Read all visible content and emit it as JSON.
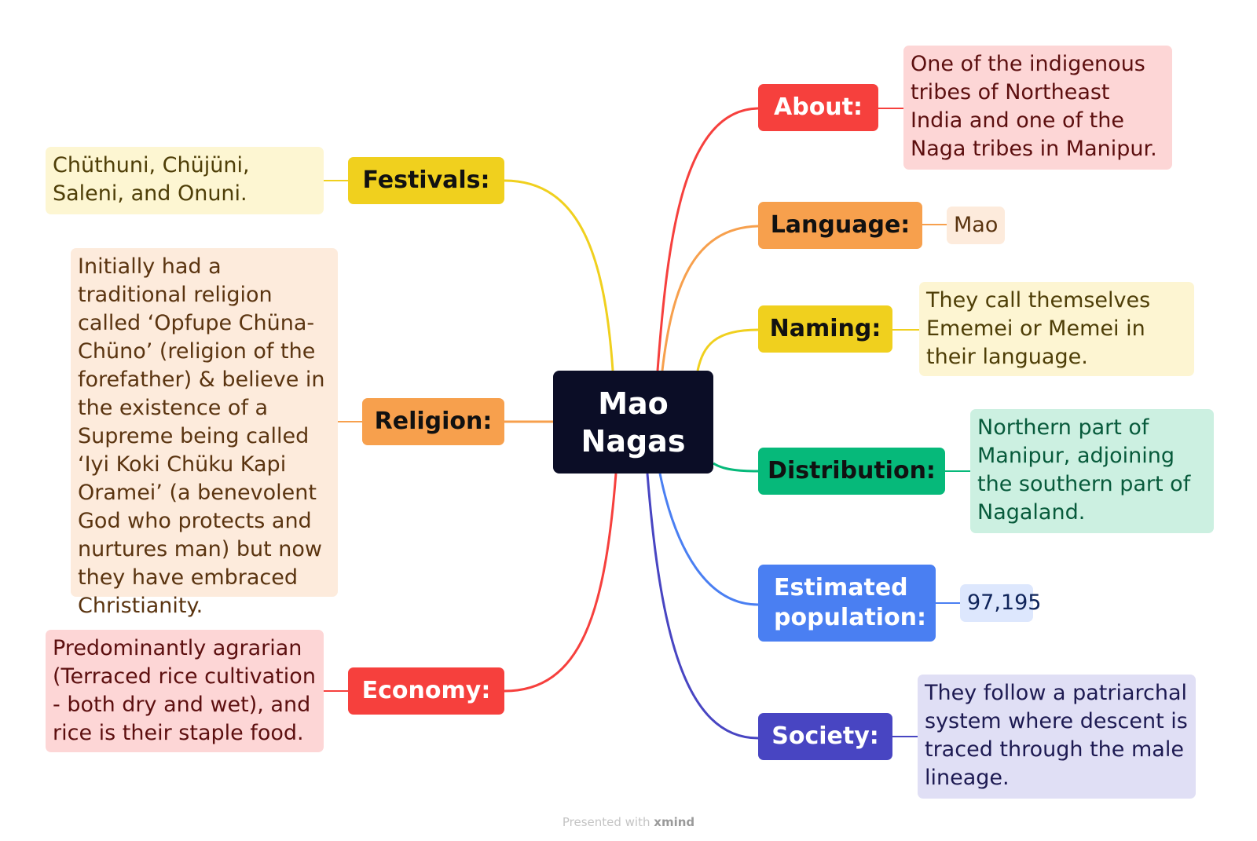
{
  "central": {
    "line1": "Mao",
    "line2": "Nagas"
  },
  "branches": {
    "about": {
      "label": "About:",
      "note": "One of the indigenous tribes of Northeast India and one of the Naga tribes in Manipur.",
      "color": "#f6403d",
      "note_bg": "#fdd6d6",
      "text_color": "#ffffff",
      "note_text": "#5c0f0f"
    },
    "language": {
      "label": "Language:",
      "note": "Mao",
      "color": "#f7a04d",
      "note_bg": "#fdebdc",
      "text_color": "#111111",
      "note_text": "#5a3410"
    },
    "naming": {
      "label": "Naming:",
      "note": "They call themselves Ememei or Memei in their language.",
      "color": "#f0d01e",
      "note_bg": "#fdf5d2",
      "text_color": "#111111",
      "note_text": "#4e3e07"
    },
    "distribution": {
      "label": "Distribution:",
      "note": "Northern part of Manipur, adjoining the southern part of Nagaland.",
      "color": "#06b97a",
      "note_bg": "#ccf0e1",
      "text_color": "#111111",
      "note_text": "#075a3b"
    },
    "population": {
      "label_line1": "Estimated",
      "label_line2": "population:",
      "note": "97,195",
      "color": "#4a7ff2",
      "note_bg": "#dde7fd",
      "text_color": "#ffffff",
      "note_text": "#0f245a"
    },
    "society": {
      "label": "Society:",
      "note": "They follow a patriarchal system where descent is traced through the male lineage.",
      "color": "#4845c2",
      "note_bg": "#e0dff5",
      "text_color": "#ffffff",
      "note_text": "#1d1a52"
    },
    "festivals": {
      "label": "Festivals:",
      "note": "Chüthuni, Chüjüni, Saleni, and Onuni.",
      "color": "#f0d01e",
      "note_bg": "#fdf6d2",
      "text_color": "#111111",
      "note_text": "#4e3e07"
    },
    "religion": {
      "label": "Religion:",
      "note": "Initially had a traditional religion called ‘Opfupe Chüna-Chüno’ (religion of the forefather) & believe in the existence of a Supreme being called ‘Iyi Koki Chüku Kapi Oramei’ (a benevolent God who protects and nurtures man) but now they have embraced Christianity.",
      "color": "#f7a04d",
      "note_bg": "#fdebdc",
      "text_color": "#111111",
      "note_text": "#5a3410"
    },
    "economy": {
      "label": "Economy:",
      "note": "Predominantly agrarian (Terraced rice cultivation - both dry and wet), and rice is their staple food.",
      "color": "#f6403d",
      "note_bg": "#fdd6d6",
      "text_color": "#ffffff",
      "note_text": "#5c0f0f"
    }
  },
  "footer": {
    "prefix": "Presented with",
    "brand": "xmind"
  }
}
